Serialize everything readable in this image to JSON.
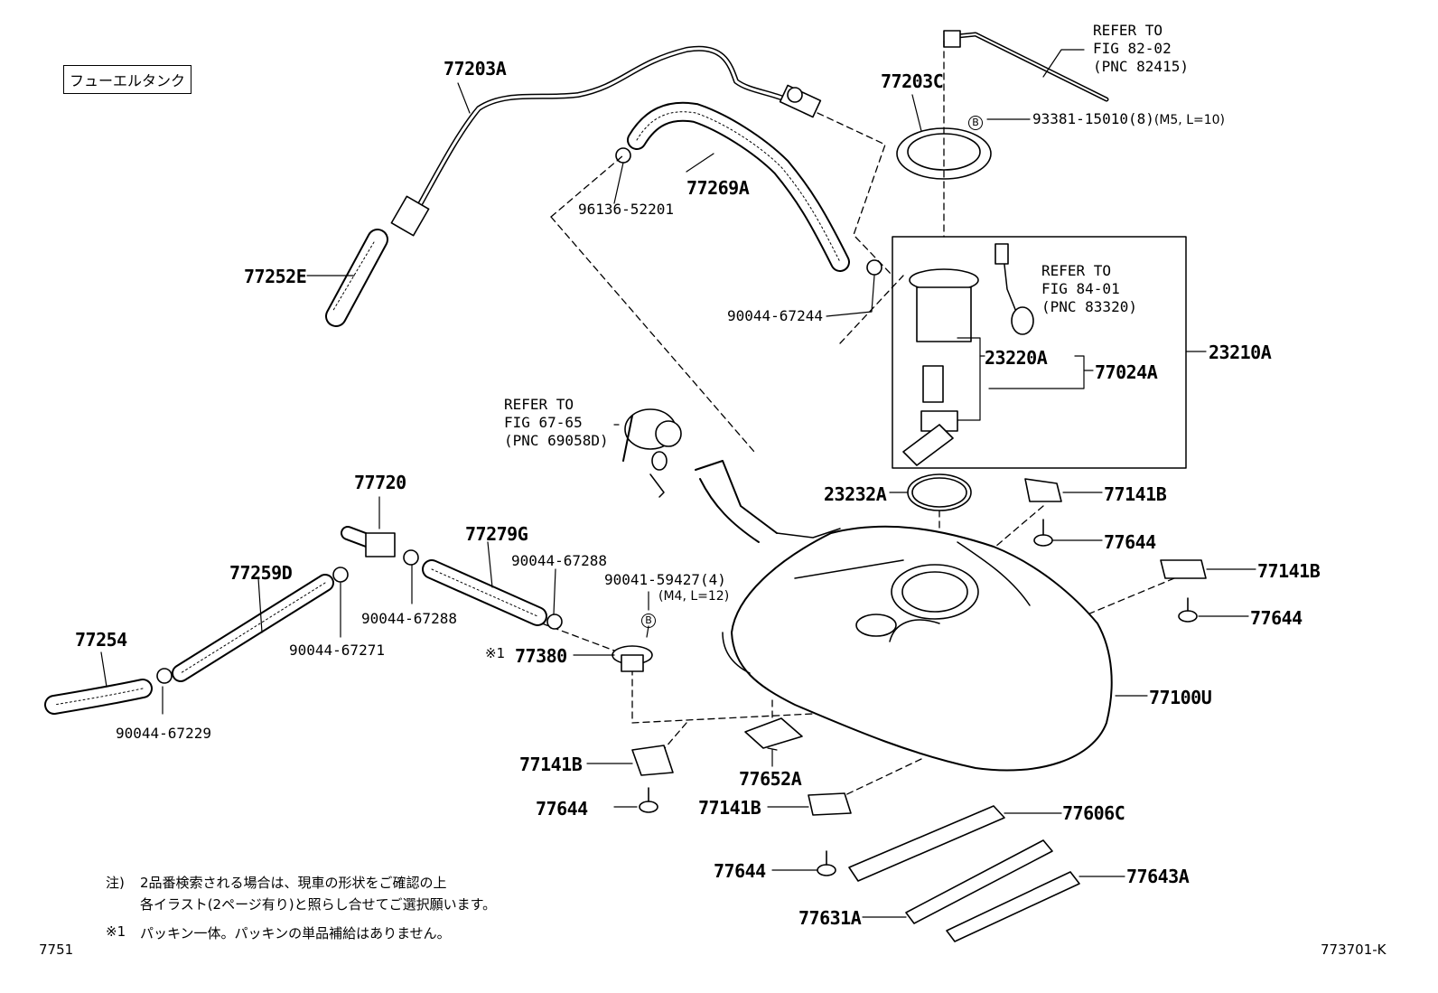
{
  "title": "フューエルタンク",
  "figure_code": "773701-K",
  "page_code": "7751",
  "callout_letter": "B",
  "notes": {
    "note_mark": "注)",
    "note_line1": "2品番検索される場合は、現車の形状をご確認の上",
    "note_line2": "各イラスト(2ページ有り)と照らし合せてご選択願います。",
    "star_mark": "※1",
    "star_line": "パッキン一体。パッキンの単品補給はありません。"
  },
  "refs": {
    "fig82": "REFER TO\nFIG 82-02\n(PNC 82415)",
    "fig84": "REFER TO\nFIG 84-01\n(PNC 83320)",
    "fig67": "REFER TO\nFIG 67-65\n(PNC 69058D)"
  },
  "parts": {
    "p77203A": "77203A",
    "p77203C": "77203C",
    "p77269A": "77269A",
    "p96136": "96136-52201",
    "p77252E": "77252E",
    "p90044_67244": "90044-67244",
    "p93381": "93381-15010(8)",
    "p93381_spec": "(M5, L=10)",
    "p23220A": "23220A",
    "p77024A": "77024A",
    "p23210A": "23210A",
    "p23232A": "23232A",
    "p77141B_1": "77141B",
    "p77644_1": "77644",
    "p77141B_2": "77141B",
    "p77644_2": "77644",
    "p77720": "77720",
    "p77279G": "77279G",
    "p90044_67288_a": "90044-67288",
    "p90041": "90041-59427(4)",
    "p90041_spec": "(M4, L=12)",
    "p77259D": "77259D",
    "p90044_67288_b": "90044-67288",
    "p90044_67271": "90044-67271",
    "p77254": "77254",
    "p90044_67229": "90044-67229",
    "p77380_mark": "※1",
    "p77380": "77380",
    "p77100U": "77100U",
    "p77141B_3": "77141B",
    "p77644_3": "77644",
    "p77652A": "77652A",
    "p77141B_4": "77141B",
    "p77644_4": "77644",
    "p77606C": "77606C",
    "p77643A": "77643A",
    "p77631A": "77631A"
  }
}
